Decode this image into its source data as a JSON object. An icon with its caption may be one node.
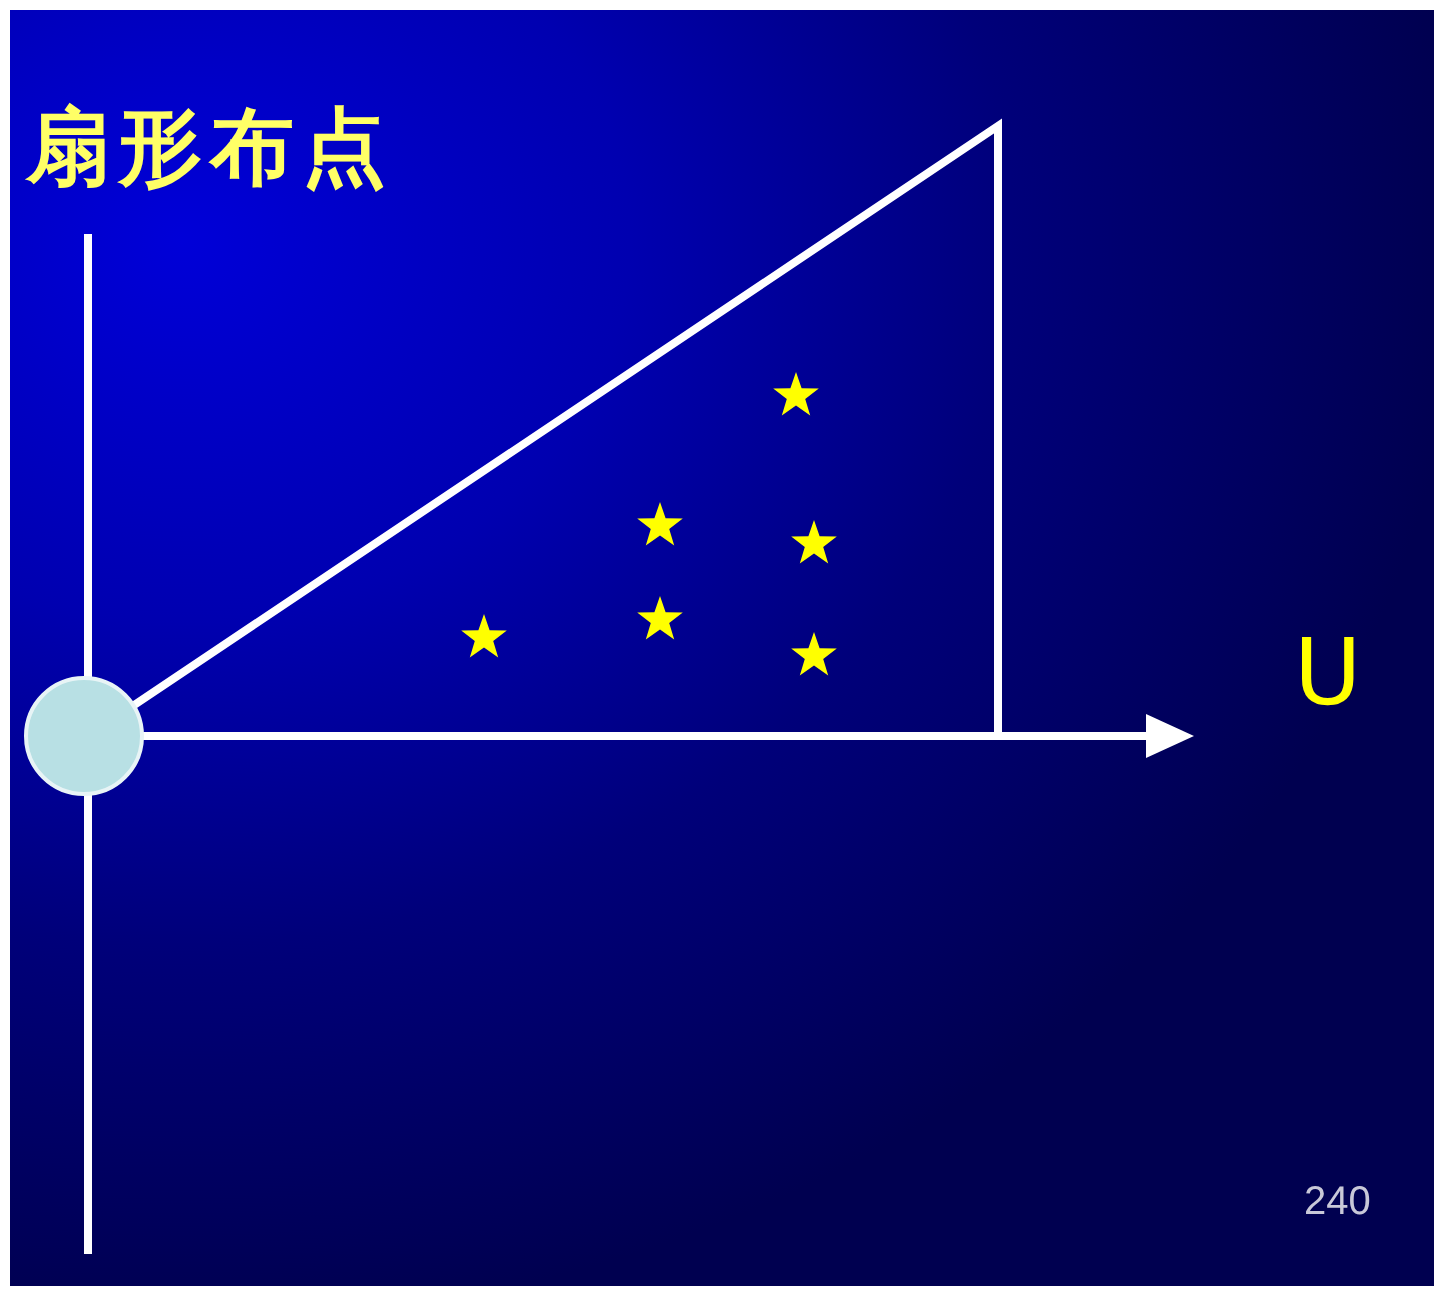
{
  "diagram": {
    "title": "扇形布点",
    "labels": [
      "U",
      "240"
    ]
  }
}
